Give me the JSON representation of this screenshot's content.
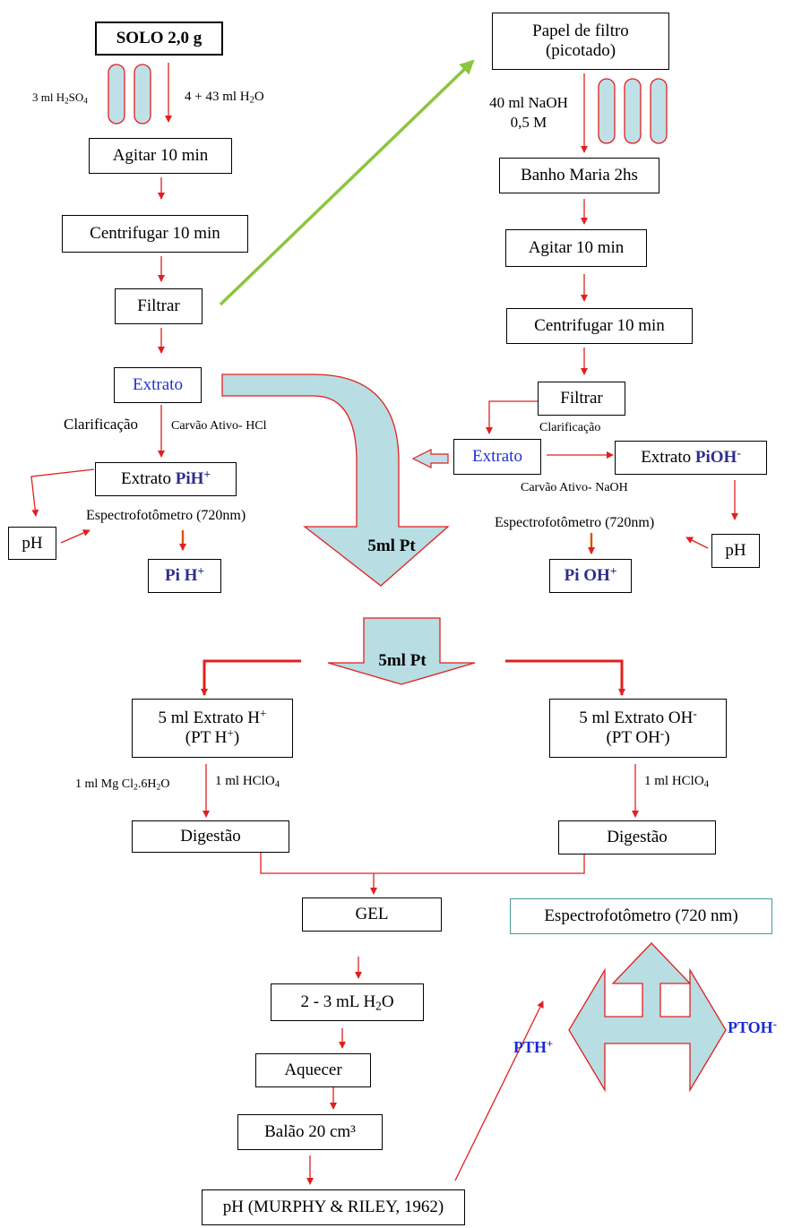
{
  "left": {
    "solo": "SOLO 2,0 g",
    "reagent_acid": "3 ml H",
    "reagent_acid_sub1": "2",
    "reagent_acid_mid": "SO",
    "reagent_acid_sub2": "4",
    "reagent_water": "4 + 43 ml H",
    "reagent_water_sub": "2",
    "reagent_water_end": "O",
    "agitar": "Agitar 10 min",
    "centrifugar": "Centrifugar 10 min",
    "filtrar": "Filtrar",
    "extrato": "Extrato",
    "clarificacao": "Clarificação",
    "carvao": "Carvão Ativo- HCl",
    "extrato_pih_prefix": "Extrato ",
    "extrato_pih_bold": "PiH",
    "extrato_pih_sup": "+",
    "ph": "pH",
    "espectro": "Espectrofotômetro (720nm)",
    "pih_result": "Pi H",
    "pih_result_sup": "+"
  },
  "right": {
    "papel_line1": "Papel de filtro",
    "papel_line2": "(picotado)",
    "naoh_line1": "40 ml NaOH",
    "naoh_line2": "0,5 M",
    "banho": "Banho Maria 2hs",
    "agitar": "Agitar 10 min",
    "centrifugar": "Centrifugar 10 min",
    "filtrar": "Filtrar",
    "clarificacao": "Clarificação",
    "extrato": "Extrato",
    "extrato_pioh_prefix": "Extrato ",
    "extrato_pioh_bold": "PiOH",
    "extrato_pioh_sup": "-",
    "carvao": "Carvão Ativo- NaOH",
    "espectro": "Espectrofotômetro (720nm)",
    "ph": "pH",
    "pioh_result": "Pi OH",
    "pioh_result_sup": "+"
  },
  "middle": {
    "pt_label_1": "5ml Pt",
    "pt_label_2": "5ml Pt"
  },
  "digest": {
    "extrato_h_line1": "5 ml Extrato H",
    "extrato_h_line1_sup": "+",
    "extrato_h_line2": "(PT H",
    "extrato_h_line2_sup": "+",
    "extrato_h_line2_end": ")",
    "extrato_oh_line1": "5 ml Extrato OH",
    "extrato_oh_line1_sup": "-",
    "extrato_oh_line2": "(PT OH",
    "extrato_oh_line2_sup": "-",
    "extrato_oh_line2_end": ")",
    "mgcl_a": "1 ml Mg Cl",
    "mgcl_sub": "2",
    "mgcl_b": ".6H",
    "mgcl_sub2": "2",
    "mgcl_c": "O",
    "hclo4_left": "1 ml HClO",
    "hclo4_left_sub": "4",
    "hclo4_right": "1 ml HClO",
    "hclo4_right_sub": "4",
    "digestao_left": "Digestão",
    "digestao_right": "Digestão"
  },
  "bottom": {
    "gel": "GEL",
    "water_a": "2 - 3 mL H",
    "water_sub": "2",
    "water_b": "O",
    "aquecer": "Aquecer",
    "balao": "Balão 20 cm³",
    "ph_ref": "pH (MURPHY & RILEY, 1962)",
    "espectro": "Espectrofotômetro (720 nm)",
    "pth": "PTH",
    "pth_sup": "+",
    "ptoh": "PTOH",
    "ptoh_sup": "-"
  },
  "colors": {
    "arrow_red": "#e02020",
    "arrow_green": "#8cc63f",
    "tube_fill": "#bfe0e6",
    "big_arrow_fill": "#b8dde2",
    "teal_border": "#4a9a9a",
    "blue_text": "#2233cc",
    "navy_text": "#2e2e8c"
  }
}
